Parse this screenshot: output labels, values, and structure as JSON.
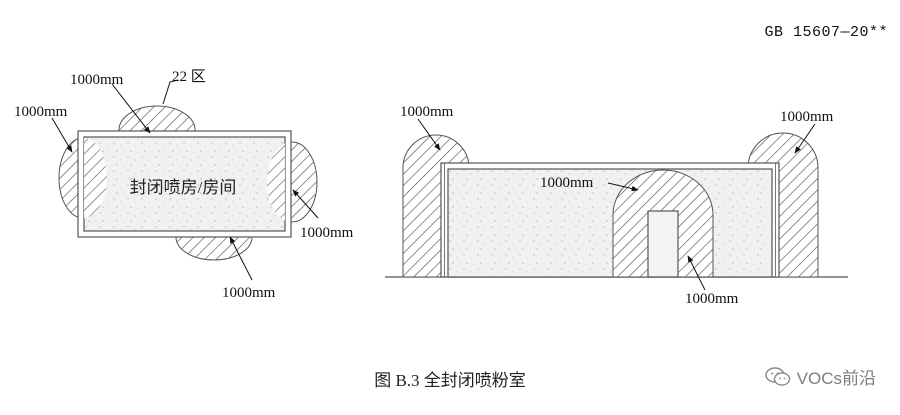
{
  "header": {
    "standard_number": "GB 15607—20**"
  },
  "left_view": {
    "room_label": "封闭喷房/房间",
    "zone_label": "22 区",
    "dim_top": "1000mm",
    "dim_left": "1000mm",
    "dim_right": "1000mm",
    "dim_bottom": "1000mm"
  },
  "right_view": {
    "dim_left": "1000mm",
    "dim_right": "1000mm",
    "dim_door": "1000mm",
    "dim_bottom": "1000mm"
  },
  "caption": "图 B.3 全封闭喷粉室",
  "watermark": {
    "text": "VOCs前沿",
    "icon": "wechat-icon"
  }
}
